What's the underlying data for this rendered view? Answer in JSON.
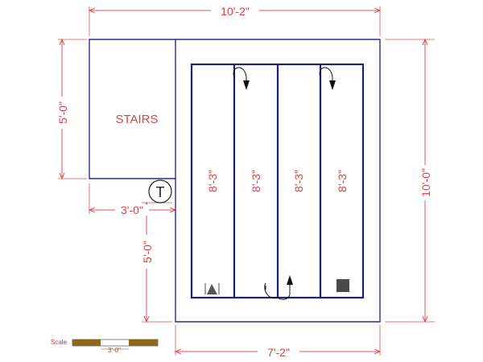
{
  "dimensions": {
    "top_width": "10'-2\"",
    "bottom_width": "7'-2\"",
    "right_height": "10'-0\"",
    "stairs_height": "5'-0\"",
    "stairs_width": "3'-0\"",
    "lower_left_height": "5'-0\""
  },
  "rooms": {
    "stairs_label": "STAIRS"
  },
  "lanes": {
    "labels": [
      "8'-3\"",
      "8'-3\"",
      "8'-3\"",
      "8'-3\""
    ]
  },
  "marker": {
    "label": "T"
  },
  "scale": {
    "label": "Scale",
    "length_label": "3'-0\""
  },
  "colors": {
    "dimension": "#e05050",
    "wall": "#2b2b9a",
    "lane": "#1f1f7a",
    "scale_bar": "#8b6a1e"
  },
  "icons": [
    "triangle-marker-icon",
    "square-marker-icon",
    "turn-arrow-icon"
  ]
}
